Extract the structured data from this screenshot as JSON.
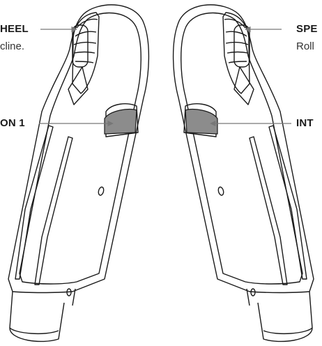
{
  "callouts": {
    "left_wheel": {
      "title": "HEEL",
      "subtitle": "cline."
    },
    "left_button": {
      "title": "ON 1"
    },
    "right_wheel": {
      "title": "SPE",
      "subtitle": "Roll"
    },
    "right_button": {
      "title": "INT"
    }
  },
  "colors": {
    "outline": "#1a1a1a",
    "button_fill": "#8c8c8c",
    "background": "#ffffff"
  }
}
